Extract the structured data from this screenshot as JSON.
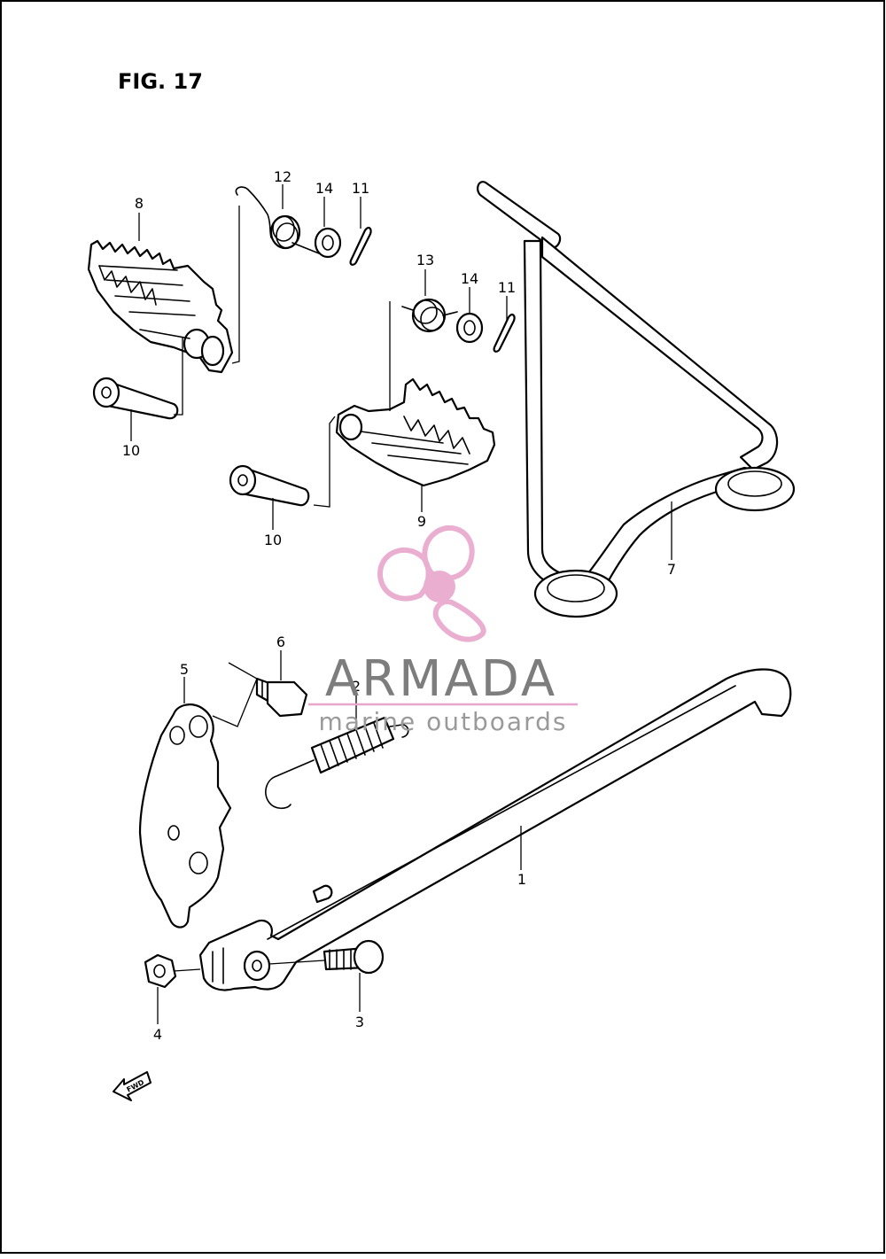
{
  "figure": {
    "title": "FIG. 17"
  },
  "callouts": [
    {
      "id": "p1",
      "label": "1"
    },
    {
      "id": "p2",
      "label": "2"
    },
    {
      "id": "p3",
      "label": "3"
    },
    {
      "id": "p4",
      "label": "4"
    },
    {
      "id": "p5",
      "label": "5"
    },
    {
      "id": "p6",
      "label": "6"
    },
    {
      "id": "p7",
      "label": "7"
    },
    {
      "id": "p8",
      "label": "8"
    },
    {
      "id": "p9",
      "label": "9"
    },
    {
      "id": "p10a",
      "label": "10"
    },
    {
      "id": "p10b",
      "label": "10"
    },
    {
      "id": "p11a",
      "label": "11"
    },
    {
      "id": "p11b",
      "label": "11"
    },
    {
      "id": "p12",
      "label": "12"
    },
    {
      "id": "p13",
      "label": "13"
    },
    {
      "id": "p14a",
      "label": "14"
    },
    {
      "id": "p14b",
      "label": "14"
    }
  ],
  "direction_badge": {
    "label": "FWD",
    "icon": "fwd-arrow-icon"
  },
  "watermark": {
    "brand": "ARMADA",
    "tagline": "marine outboards",
    "logo_icon": "propeller-icon",
    "colors": {
      "logo": "#e8a6cc",
      "brand_text": "#7d7d7d",
      "tagline_text": "#9a9a9a",
      "rule": "#e8a6cc"
    }
  }
}
